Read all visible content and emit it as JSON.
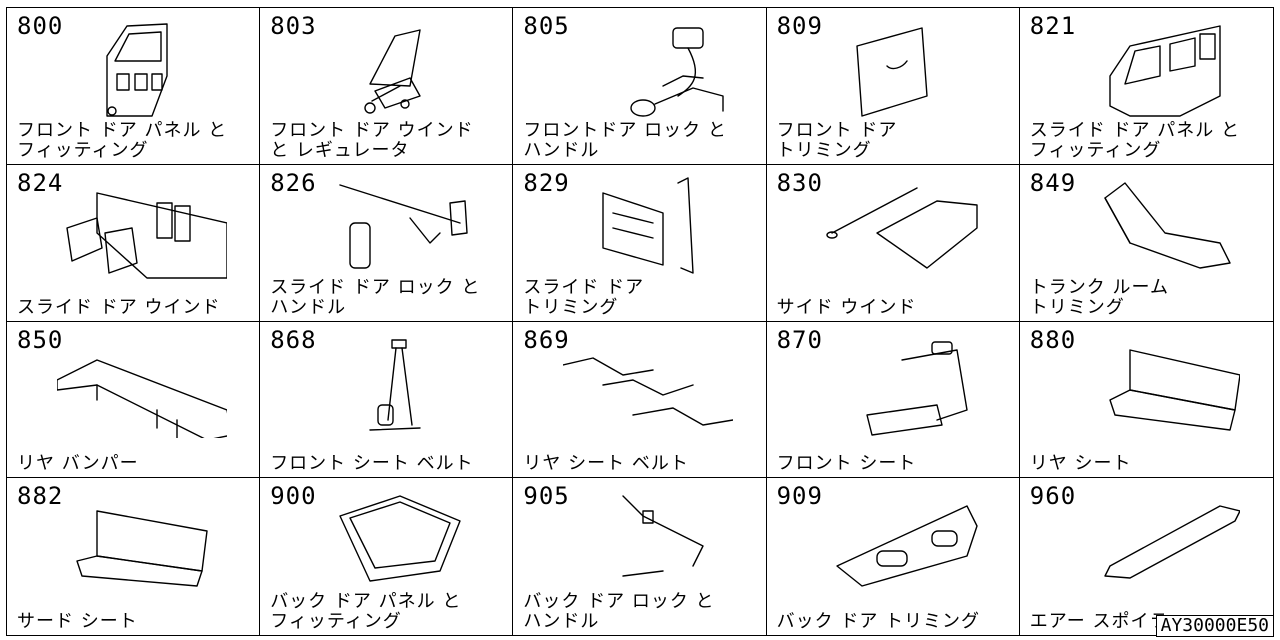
{
  "diagram_id": "AY30000E50",
  "parts": [
    {
      "code": "800",
      "title": "フロント ドア パネル と\nフィッティング",
      "icon": "door-panel-icon"
    },
    {
      "code": "803",
      "title": "フロント ドア ウインド\nと レギュレータ",
      "icon": "window-regulator-icon"
    },
    {
      "code": "805",
      "title": "フロントドア ロック と\nハンドル",
      "icon": "door-lock-icon"
    },
    {
      "code": "809",
      "title": "フロント ドア\nトリミング",
      "icon": "door-trim-icon"
    },
    {
      "code": "821",
      "title": "スライド ドア パネル と\nフィッティング",
      "icon": "van-body-icon"
    },
    {
      "code": "824",
      "title": "スライド ドア ウインド",
      "icon": "slide-window-icon"
    },
    {
      "code": "826",
      "title": "スライド ドア ロック と\nハンドル",
      "icon": "slide-lock-icon"
    },
    {
      "code": "829",
      "title": "スライド ドア\nトリミング",
      "icon": "slide-trim-icon"
    },
    {
      "code": "830",
      "title": "サイド ウインド",
      "icon": "side-window-icon"
    },
    {
      "code": "849",
      "title": "トランク ルーム\nトリミング",
      "icon": "trunk-trim-icon"
    },
    {
      "code": "850",
      "title": "リヤ バンパー",
      "icon": "rear-bumper-icon"
    },
    {
      "code": "868",
      "title": "フロント シート ベルト",
      "icon": "seat-belt-icon"
    },
    {
      "code": "869",
      "title": "リヤ シート ベルト",
      "icon": "rear-belt-icon"
    },
    {
      "code": "870",
      "title": "フロント シート",
      "icon": "front-seat-icon"
    },
    {
      "code": "880",
      "title": "リヤ シート",
      "icon": "rear-seat-icon"
    },
    {
      "code": "882",
      "title": "サード シート",
      "icon": "third-seat-icon"
    },
    {
      "code": "900",
      "title": "バック ドア パネル と\nフィッティング",
      "icon": "back-door-icon"
    },
    {
      "code": "905",
      "title": "バック ドア ロック と\nハンドル",
      "icon": "back-lock-icon"
    },
    {
      "code": "909",
      "title": "バック ドア トリミング",
      "icon": "back-trim-icon"
    },
    {
      "code": "960",
      "title": "エアー スポイラー",
      "icon": "spoiler-icon"
    }
  ]
}
